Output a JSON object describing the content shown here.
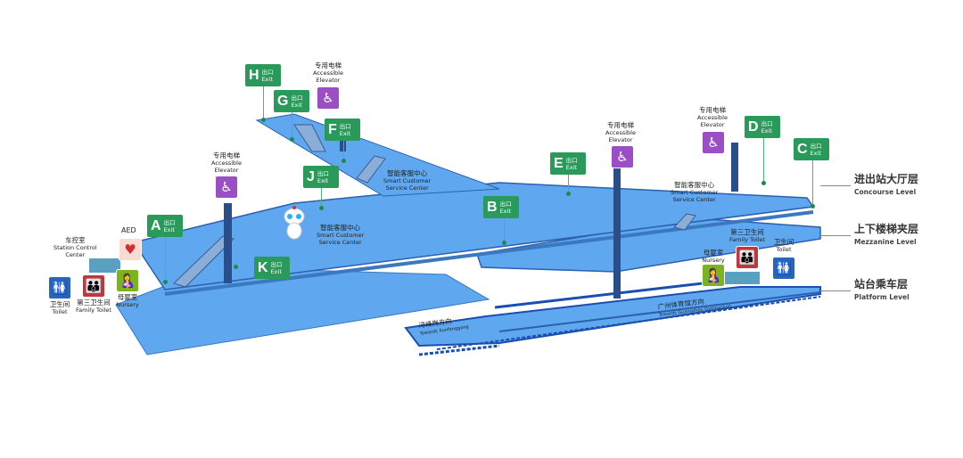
{
  "levels": [
    {
      "zh": "进出站大厅层",
      "en": "Concourse Level"
    },
    {
      "zh": "上下楼梯夹层",
      "en": "Mezzanine Level"
    },
    {
      "zh": "站台乘车层",
      "en": "Platform Level"
    }
  ],
  "exit_word": {
    "zh": "出口",
    "en": "Exit"
  },
  "exits": [
    "A",
    "B",
    "C",
    "D",
    "E",
    "F",
    "G",
    "H",
    "J",
    "K"
  ],
  "elevator": {
    "zh": "专用电梯",
    "en": "Accessible Elevator"
  },
  "service": {
    "zh": "智能客服中心",
    "en1": "Smart Customer",
    "en2": "Service Center"
  },
  "control": {
    "zh": "车控室",
    "en1": "Station Control",
    "en2": "Center"
  },
  "aed": "AED",
  "toilet": {
    "zh": "卫生间",
    "en": "Toilet"
  },
  "family_toilet": {
    "zh": "第三卫生间",
    "en": "Family Toilet"
  },
  "nursery": {
    "zh": "母婴室",
    "en": "Nursery"
  },
  "directions": [
    {
      "zh": "浔峰岗方向",
      "en": "Towards Xunfenggang"
    },
    {
      "zh": "广州体育馆方向",
      "en": "Towards Guangzhou Gymnasium"
    }
  ],
  "colors": {
    "exit": "#2a9a5a",
    "elevator": "#9b4fc4",
    "toilet": "#2a66b8",
    "family": "#c0363c",
    "nursery": "#7ab51d",
    "floor": "#5fa8ef"
  }
}
